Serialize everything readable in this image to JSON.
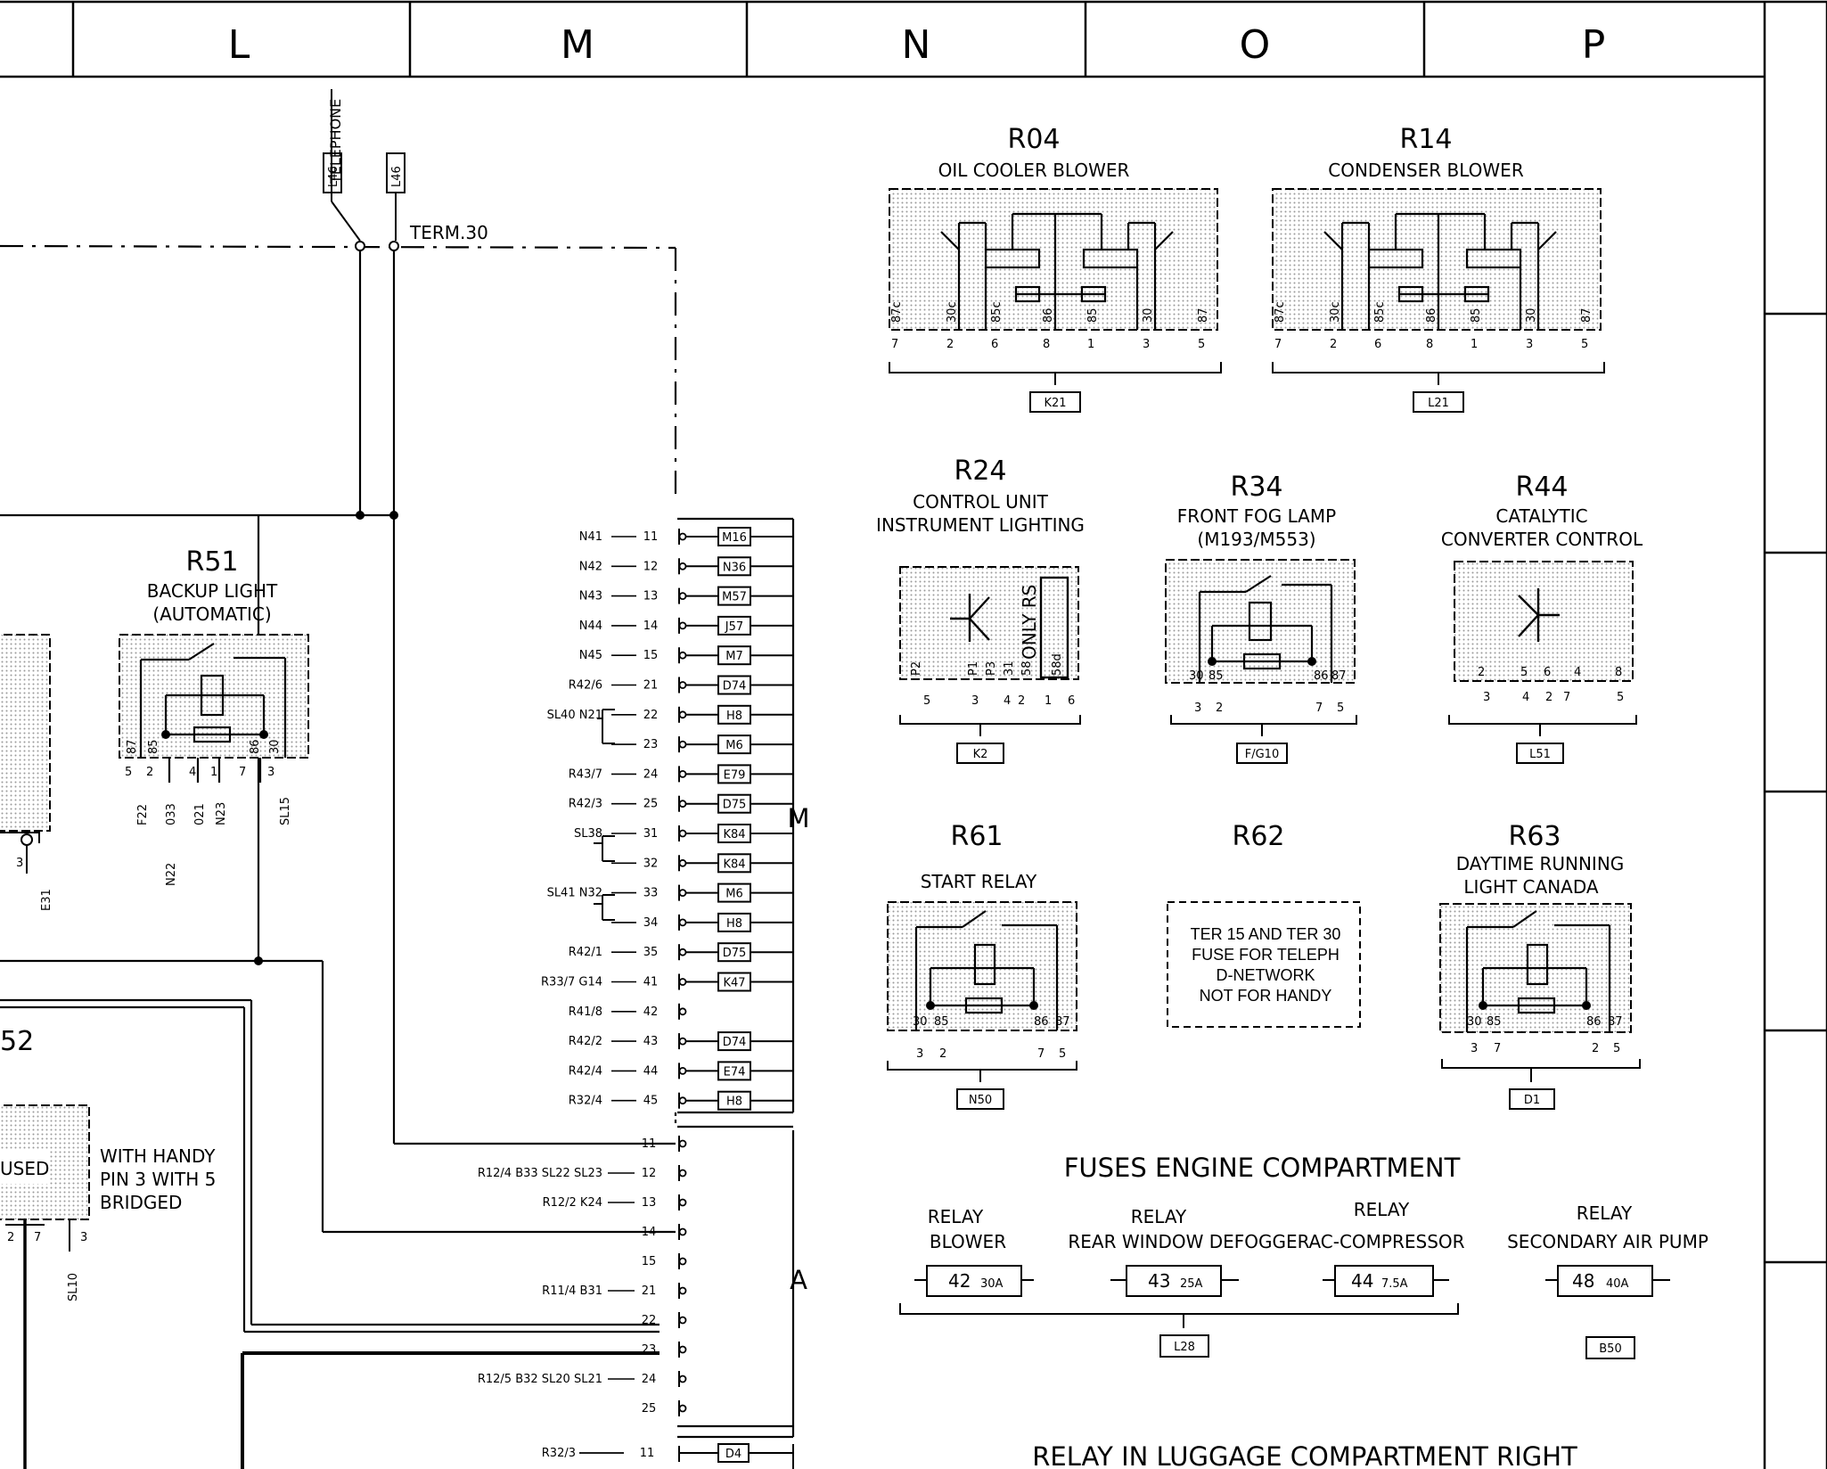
{
  "columns": [
    "L",
    "M",
    "N",
    "O",
    "P"
  ],
  "telephone": {
    "label": "TELEPHONE",
    "tags": [
      "L46",
      "L46"
    ],
    "term": "TERM.30"
  },
  "relays": [
    {
      "id": "R04",
      "title_lines": [
        "OIL COOLER BLOWER"
      ],
      "pins": [
        "87c",
        "30c",
        "85c",
        "86",
        "85",
        "30",
        "87"
      ],
      "pin_numbers": [
        "7",
        "2",
        "6",
        "8",
        "1",
        "3",
        "5"
      ],
      "tag": "K21"
    },
    {
      "id": "R14",
      "title_lines": [
        "CONDENSER BLOWER"
      ],
      "pins": [
        "87c",
        "30c",
        "85c",
        "86",
        "85",
        "30",
        "87"
      ],
      "pin_numbers": [
        "7",
        "2",
        "6",
        "8",
        "1",
        "3",
        "5"
      ],
      "tag": "L21"
    },
    {
      "id": "R24",
      "title_lines": [
        "CONTROL UNIT",
        "INSTRUMENT LIGHTING"
      ],
      "pins": [
        "P2",
        "P1",
        "P3",
        "31",
        "58",
        "58d"
      ],
      "pin_numbers": [
        "5",
        "3",
        "4",
        "2",
        "1",
        "6"
      ],
      "extra": "ONLY RS",
      "tag": "K2"
    },
    {
      "id": "R34",
      "title_lines": [
        "FRONT FOG LAMP",
        "(M193/M553)"
      ],
      "pins": [
        "30",
        "85",
        "86",
        "87"
      ],
      "pin_numbers": [
        "3",
        "2",
        "7",
        "5"
      ],
      "tag": "F/G10"
    },
    {
      "id": "R44",
      "title_lines": [
        "CATALYTIC",
        "CONVERTER CONTROL"
      ],
      "pins": [
        "2",
        "5",
        "6",
        "4",
        "8"
      ],
      "pin_numbers": [
        "3",
        "4",
        "2",
        "7",
        "5"
      ],
      "tag": "L51"
    },
    {
      "id": "R51",
      "title_lines": [
        "BACKUP LIGHT",
        "(AUTOMATIC)"
      ],
      "pins": [
        "87",
        "85",
        "86",
        "30"
      ],
      "pin_numbers": [
        "5",
        "2",
        "4",
        "1",
        "7",
        "3"
      ],
      "wires": [
        "F22",
        "033",
        "N22",
        "021",
        "N23",
        "SL15"
      ]
    },
    {
      "id": "R61",
      "title_lines": [
        "START RELAY"
      ],
      "pins": [
        "30",
        "85",
        "86",
        "87"
      ],
      "pin_numbers": [
        "3",
        "2",
        "7",
        "5"
      ],
      "tag": "N50"
    },
    {
      "id": "R62",
      "title_lines": [],
      "note": [
        "TER 15 AND TER 30",
        "FUSE FOR TELEPH",
        "D-NETWORK",
        "NOT FOR HANDY"
      ]
    },
    {
      "id": "R63",
      "title_lines": [
        "DAYTIME RUNNING",
        "LIGHT  CANADA"
      ],
      "pins": [
        "30",
        "85",
        "86",
        "87"
      ],
      "pin_numbers": [
        "3",
        "7",
        "2",
        "5"
      ],
      "tag": "D1"
    }
  ],
  "connector_M": {
    "label": "M",
    "rows": [
      {
        "wire": "N41",
        "pin": "11",
        "tag": "M16"
      },
      {
        "wire": "N42",
        "pin": "12",
        "tag": "N36"
      },
      {
        "wire": "N43",
        "pin": "13",
        "tag": "M57"
      },
      {
        "wire": "N44",
        "pin": "14",
        "tag": "J57"
      },
      {
        "wire": "N45",
        "pin": "15",
        "tag": "M7"
      },
      {
        "wire": "R42/6",
        "pin": "21",
        "tag": "D74"
      },
      {
        "wire": "SL40  N21",
        "pin": "22",
        "tag": "H8"
      },
      {
        "wire": "",
        "pin": "23",
        "tag": "M6"
      },
      {
        "wire": "R43/7",
        "pin": "24",
        "tag": "E79"
      },
      {
        "wire": "R42/3",
        "pin": "25",
        "tag": "D75"
      },
      {
        "wire": "SL38",
        "pin": "31",
        "tag": "K84"
      },
      {
        "wire": "",
        "pin": "32",
        "tag": "K84"
      },
      {
        "wire": "SL41  N32",
        "pin": "33",
        "tag": "M6"
      },
      {
        "wire": "",
        "pin": "34",
        "tag": "H8"
      },
      {
        "wire": "R42/1",
        "pin": "35",
        "tag": "D75"
      },
      {
        "wire": "R33/7  G14",
        "pin": "41",
        "tag": "K47"
      },
      {
        "wire": "R41/8",
        "pin": "42",
        "tag": ""
      },
      {
        "wire": "R42/2",
        "pin": "43",
        "tag": "D74"
      },
      {
        "wire": "R42/4",
        "pin": "44",
        "tag": "E74"
      },
      {
        "wire": "R32/4",
        "pin": "45",
        "tag": "H8"
      }
    ]
  },
  "connector_A": {
    "label": "A",
    "rows": [
      {
        "wire": "",
        "pin": "11"
      },
      {
        "wire": "R12/4  B33  SL22  SL23",
        "pin": "12"
      },
      {
        "wire": "R12/2  K24",
        "pin": "13"
      },
      {
        "wire": "",
        "pin": "14"
      },
      {
        "wire": "",
        "pin": "15"
      },
      {
        "wire": "R11/4  B31",
        "pin": "21"
      },
      {
        "wire": "",
        "pin": "22"
      },
      {
        "wire": "",
        "pin": "23"
      },
      {
        "wire": "R12/5  B32  SL20  SL21",
        "pin": "24"
      },
      {
        "wire": "",
        "pin": "25"
      }
    ]
  },
  "bottom_row": {
    "wire": "R32/3",
    "pin": "11",
    "tag": "D4"
  },
  "left_partial": {
    "label": "52",
    "box_text": "USED",
    "note_lines": [
      "WITH HANDY",
      "PIN 3 WITH 5",
      "BRIDGED"
    ],
    "pin_numbers": [
      "2",
      "7",
      "3"
    ],
    "wire": "SL10",
    "top_pin": "3",
    "top_wire": "E31"
  },
  "fuses": {
    "title": "FUSES ENGINE COMPARTMENT",
    "items": [
      {
        "label_lines": [
          "RELAY",
          "BLOWER"
        ],
        "number": "42",
        "amps": "30A"
      },
      {
        "label_lines": [
          "RELAY",
          "REAR WINDOW DEFOGGER"
        ],
        "number": "43",
        "amps": "25A"
      },
      {
        "label_lines": [
          "RELAY",
          "AC-COMPRESSOR"
        ],
        "number": "44",
        "amps": "7.5A"
      },
      {
        "label_lines": [
          "RELAY",
          "SECONDARY AIR PUMP"
        ],
        "number": "48",
        "amps": "40A"
      }
    ],
    "group_tag": "L28",
    "secondary_tag": "B50"
  },
  "footer_title": "RELAY IN LUGGAGE COMPARTMENT RIGHT"
}
